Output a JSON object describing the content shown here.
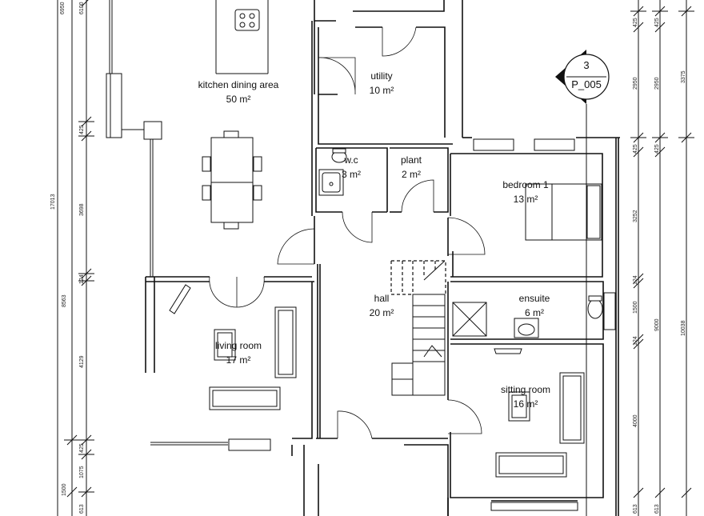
{
  "rooms": {
    "kitchen": {
      "name": "kitchen dining area",
      "area": "50 m²"
    },
    "utility": {
      "name": "utility",
      "area": "10 m²"
    },
    "wc": {
      "name": "w.c",
      "area": "3 m²"
    },
    "plant": {
      "name": "plant",
      "area": "2 m²"
    },
    "bedroom1": {
      "name": "bedroom 1",
      "area": "13 m²"
    },
    "hall": {
      "name": "hall",
      "area": "20 m²"
    },
    "ensuite": {
      "name": "ensuite",
      "area": "6 m²"
    },
    "living": {
      "name": "living room",
      "area": "17 m²"
    },
    "sitting": {
      "name": "sitting room",
      "area": "16 m²"
    }
  },
  "section_marker": {
    "number": "3",
    "sheet": "P_005"
  },
  "left_dims": {
    "d6950": "6950",
    "d6100": "6100",
    "d425a": "425",
    "d3698": "3698",
    "d124": "124",
    "d4129": "4129",
    "d425b": "425",
    "d1075": "1075",
    "d1500": "1500",
    "d613": "613",
    "d17013": "17013",
    "d8563": "8563"
  },
  "right_dims": {
    "d425a": "425",
    "d425b": "425",
    "d2950a": "2950",
    "d2950b": "2950",
    "d3375": "3375",
    "d425c": "425",
    "d425d": "425",
    "d3252": "3252",
    "d124a": "124",
    "d1500": "1500",
    "d124b": "124",
    "d9000": "9000",
    "d10038": "10038",
    "d4000": "4000",
    "d613a": "613",
    "d613b": "613"
  },
  "colors": {
    "line": "#111111",
    "background": "#ffffff"
  }
}
